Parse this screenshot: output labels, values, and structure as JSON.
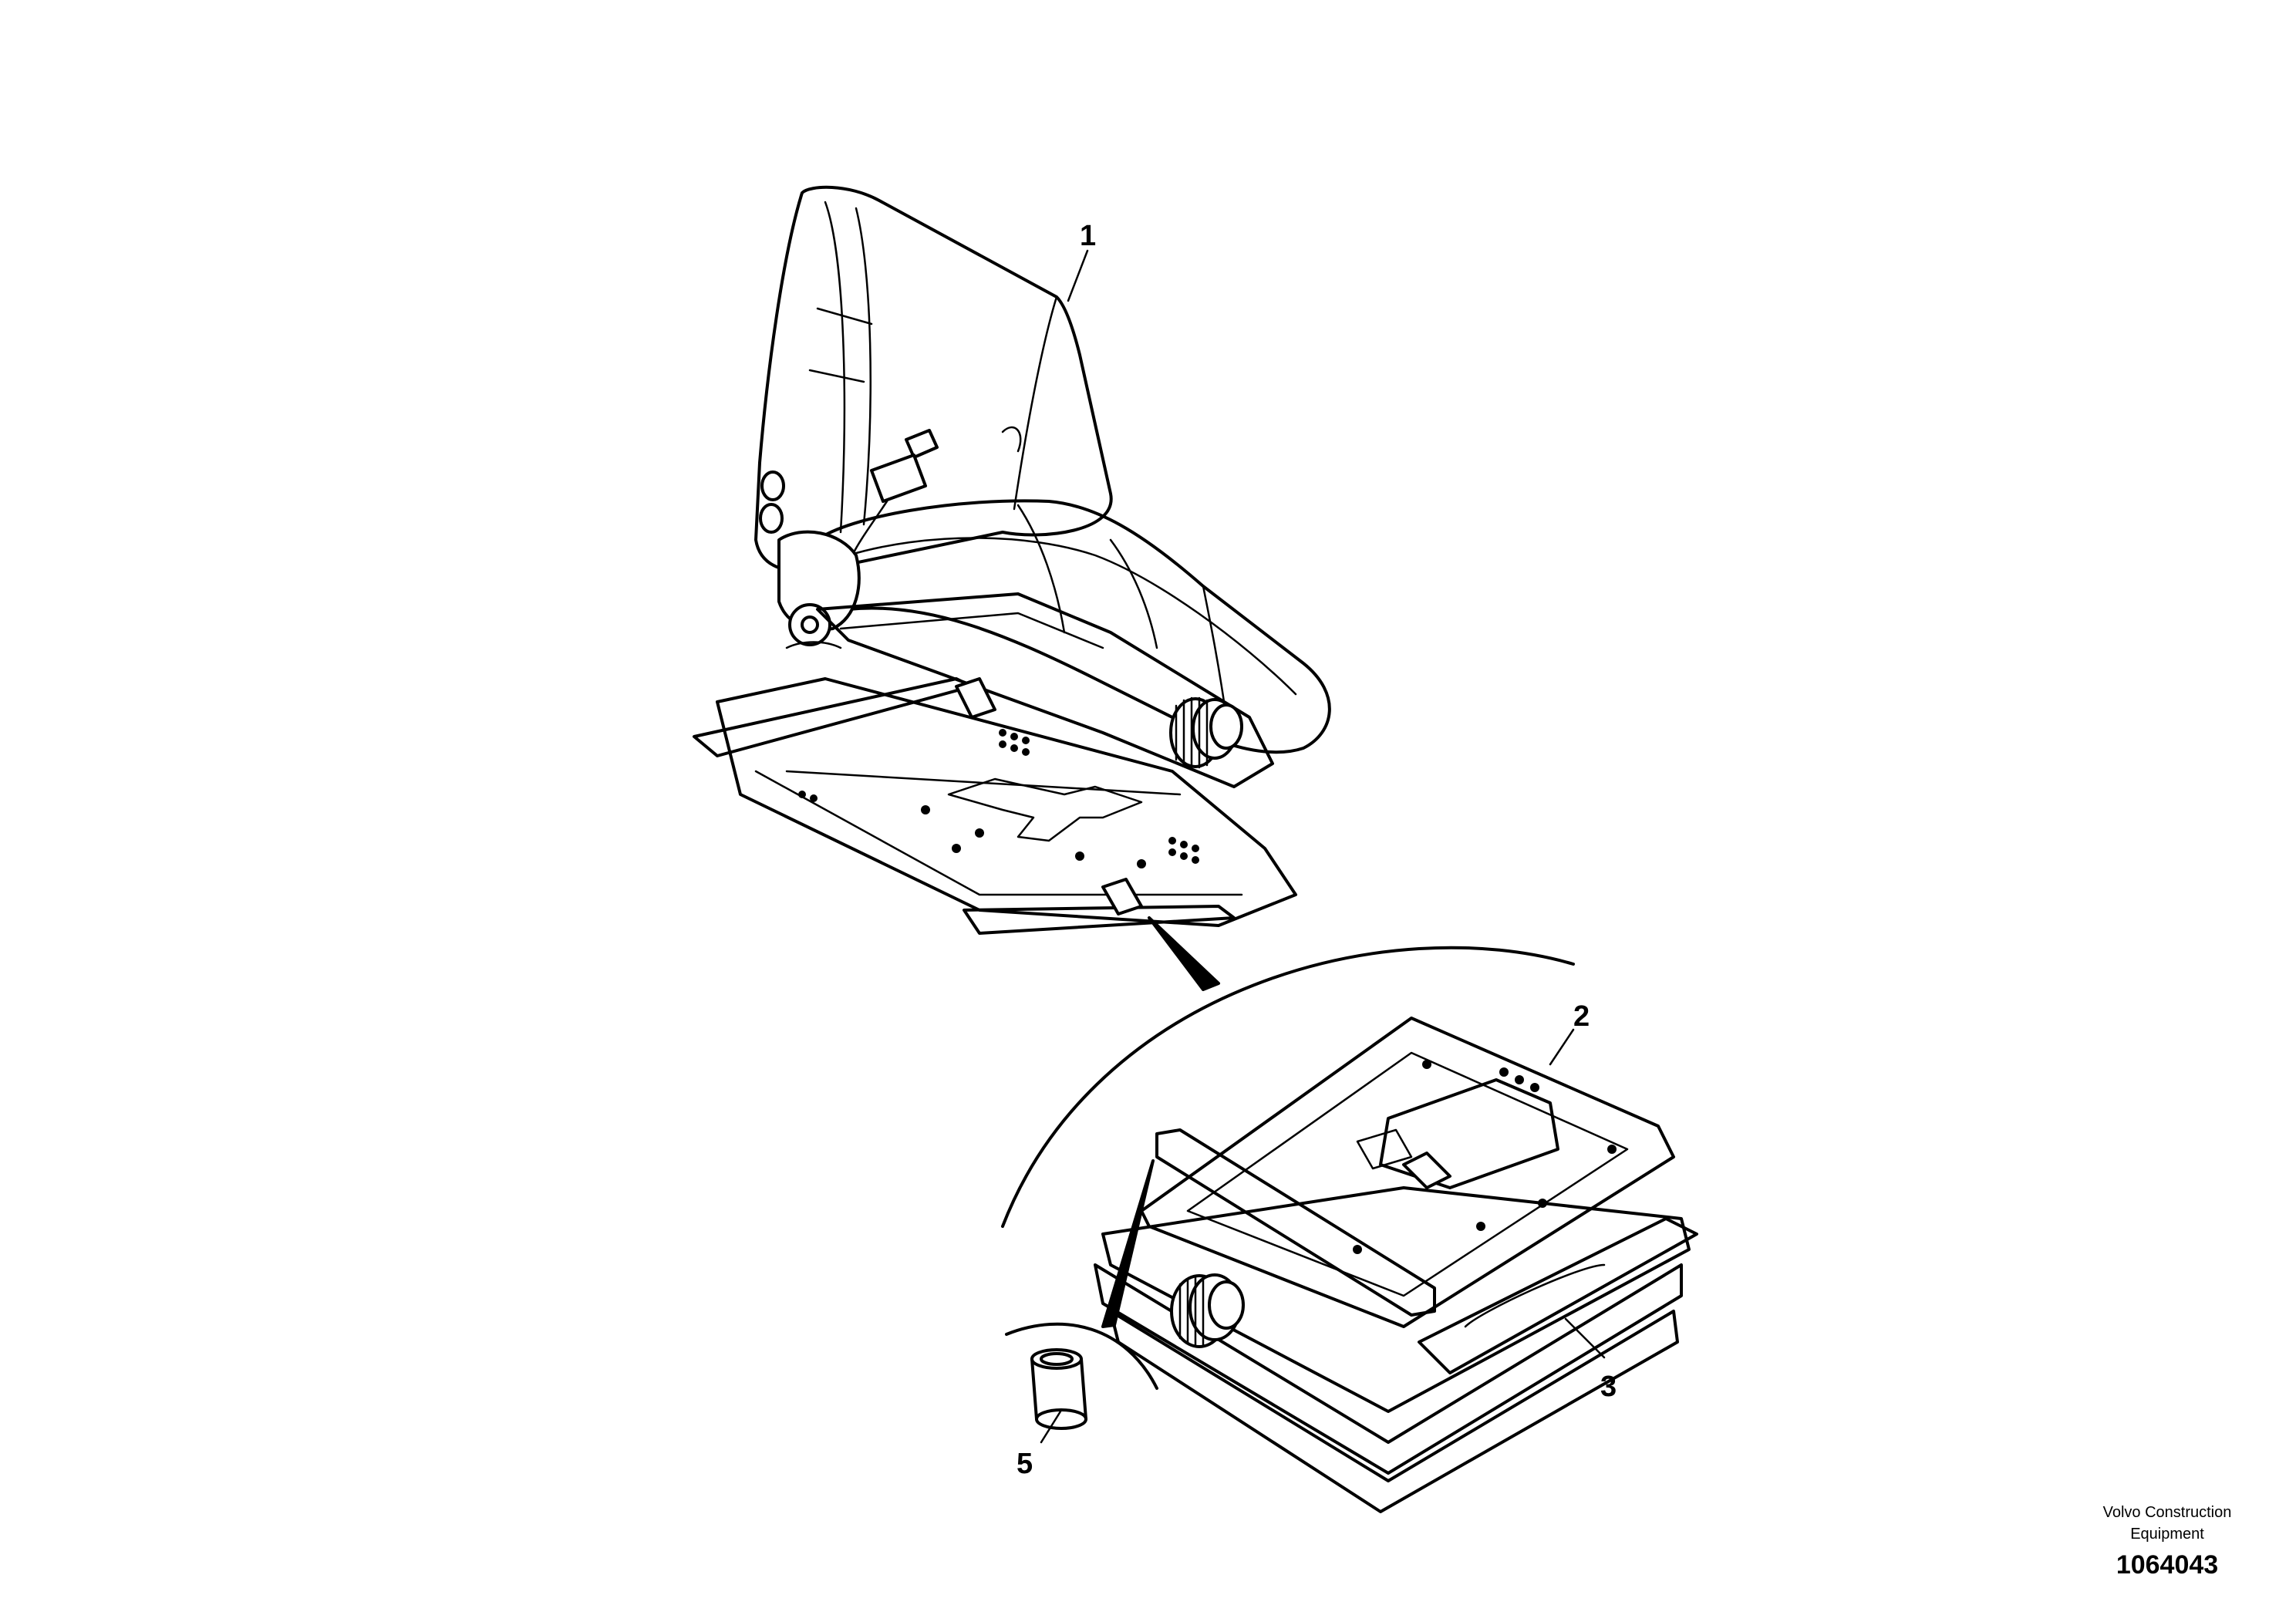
{
  "callouts": {
    "c1": "1",
    "c2": "2",
    "c3": "3",
    "c5": "5"
  },
  "footer": {
    "company_line1": "Volvo Construction",
    "company_line2": "Equipment",
    "drawing_number": "1064043"
  }
}
